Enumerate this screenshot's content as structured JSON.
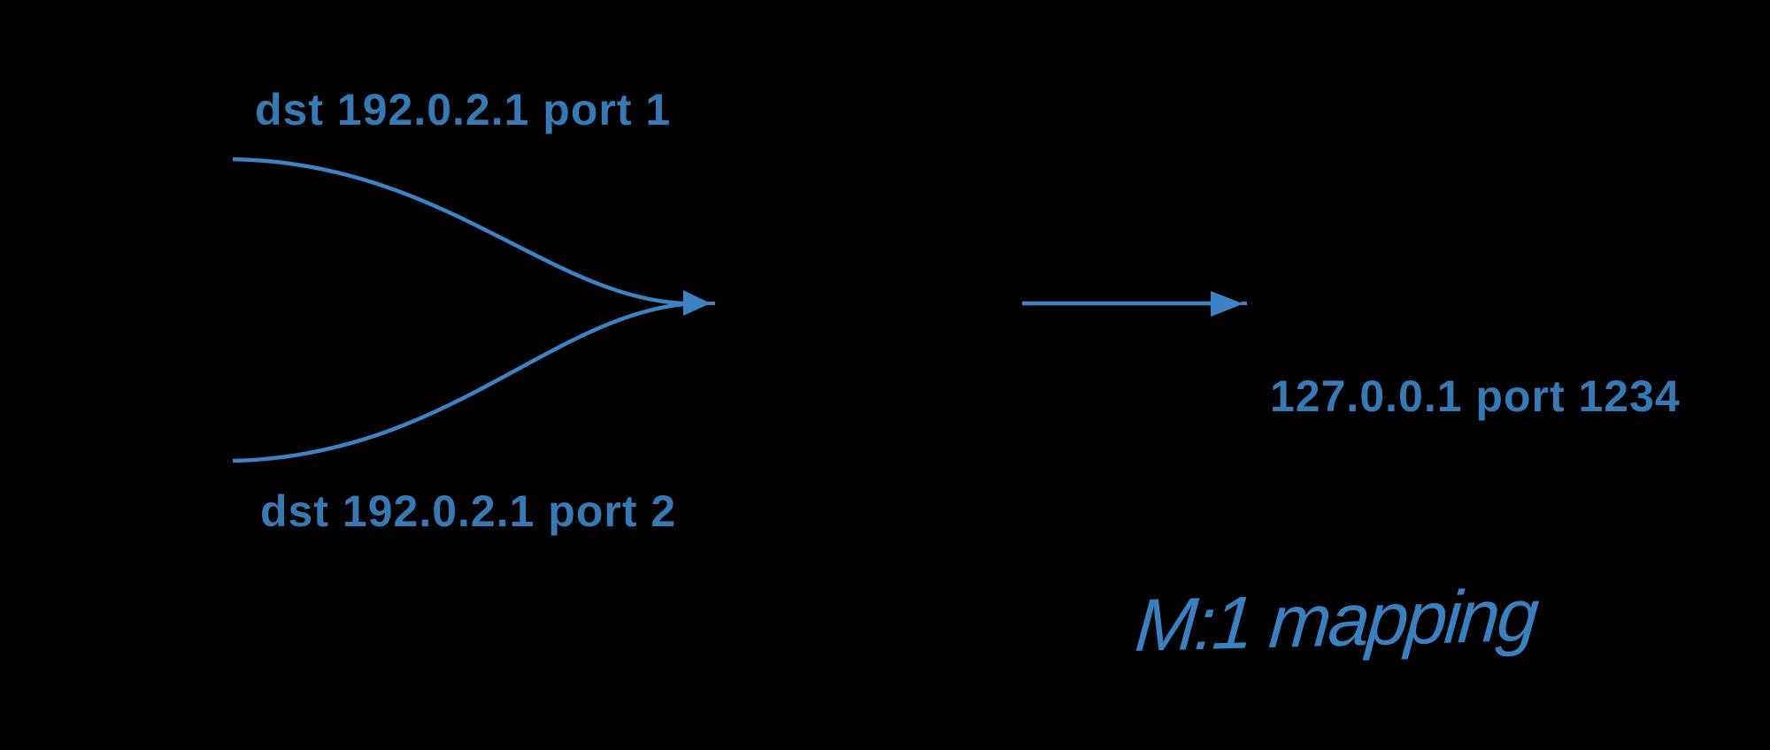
{
  "canvas": {
    "background": "#000000"
  },
  "colors": {
    "label_text": "#3679b5",
    "annotation_text": "#3a7fc0",
    "stroke": "#3c83c5"
  },
  "diagram": {
    "flows": [
      {
        "label": "dst 192.0.2.1 port 1"
      },
      {
        "label": "dst 192.0.2.1 port 2"
      }
    ],
    "destination": {
      "label": "127.0.0.1 port 1234"
    },
    "annotation": {
      "label": "M:1 mapping"
    }
  }
}
